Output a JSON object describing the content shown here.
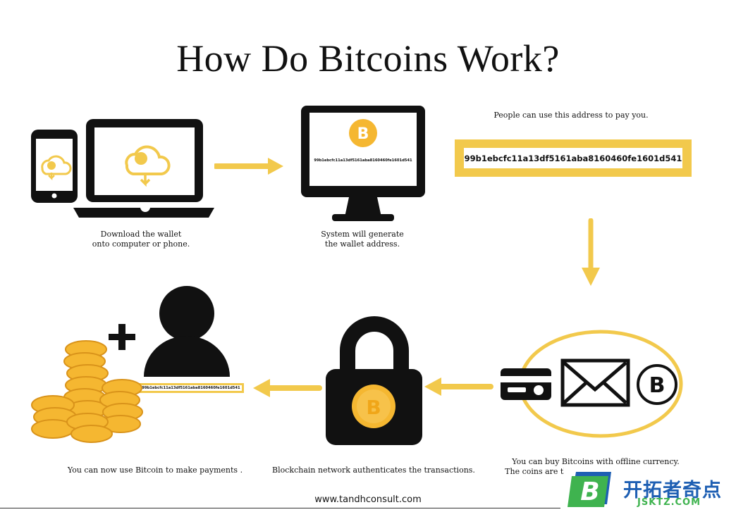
{
  "title": "How Do Bitcoins Work?",
  "steps": {
    "download": [
      "Download the wallet",
      "onto computer or phone."
    ],
    "generate": [
      "System  will generate",
      "the wallet address."
    ],
    "address_note": "People can use this address to  pay you.",
    "address": "99b1ebcfc11a13df5161aba8160460fe1601d541",
    "buy": [
      "You can buy Bitcoins with offline currency.",
      "The coins are then added to the digital wallet."
    ],
    "blockchain": "Blockchain network authenticates the transactions.",
    "use": "You can now use Bitcoin to make payments ."
  },
  "bitcoin_symbol": "B",
  "footer_url": "www.tandhconsult.com",
  "watermark": {
    "name": "开拓者奇点",
    "domain": "JSKTZ.COM",
    "letter": "B"
  },
  "colors": {
    "accent": "#f2c94c",
    "dark": "#111111",
    "coin": "#f5b731",
    "watermark_green": "#3fb34f",
    "watermark_blue": "#1e5fb3"
  }
}
